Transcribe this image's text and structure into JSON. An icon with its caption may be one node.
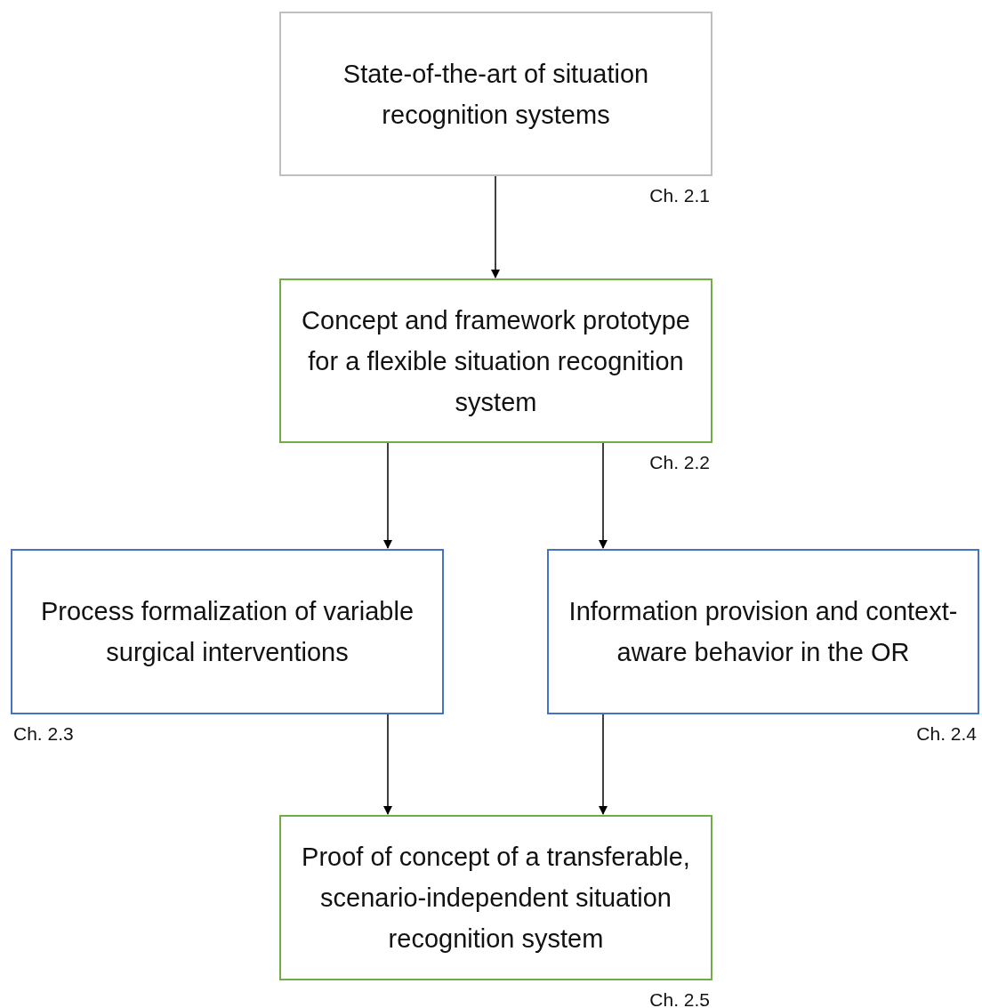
{
  "diagram": {
    "nodes": [
      {
        "text": [
          "State-of-the-art of situation recognition systems"
        ],
        "beside": [
          "Ch. 2.1"
        ]
      },
      {
        "text": [
          "Concept and framework prototype for a flexible situation recognition system"
        ],
        "beside": [
          "Ch. 2.2"
        ]
      },
      {
        "text": [
          "Process formalization of variable surgical interventions"
        ],
        "beside": [
          "Ch. 2.3"
        ]
      },
      {
        "text": [
          "Information provision and context-aware behavior in the OR"
        ],
        "beside": [
          "Ch. 2.4"
        ]
      },
      {
        "text": [
          "Proof of concept of a transferable, scenario-independent situation recognition system"
        ],
        "beside": [
          "Ch. 2.5"
        ]
      }
    ],
    "edges": [
      {
        "from": 0,
        "to": 1,
        "arrow": "to"
      },
      {
        "from": 1,
        "to": 2,
        "arrow": "to"
      },
      {
        "from": 1,
        "to": 3,
        "arrow": "to"
      },
      {
        "from": 2,
        "to": 4,
        "arrow": "to"
      },
      {
        "from": 3,
        "to": 4,
        "arrow": "to"
      }
    ]
  }
}
